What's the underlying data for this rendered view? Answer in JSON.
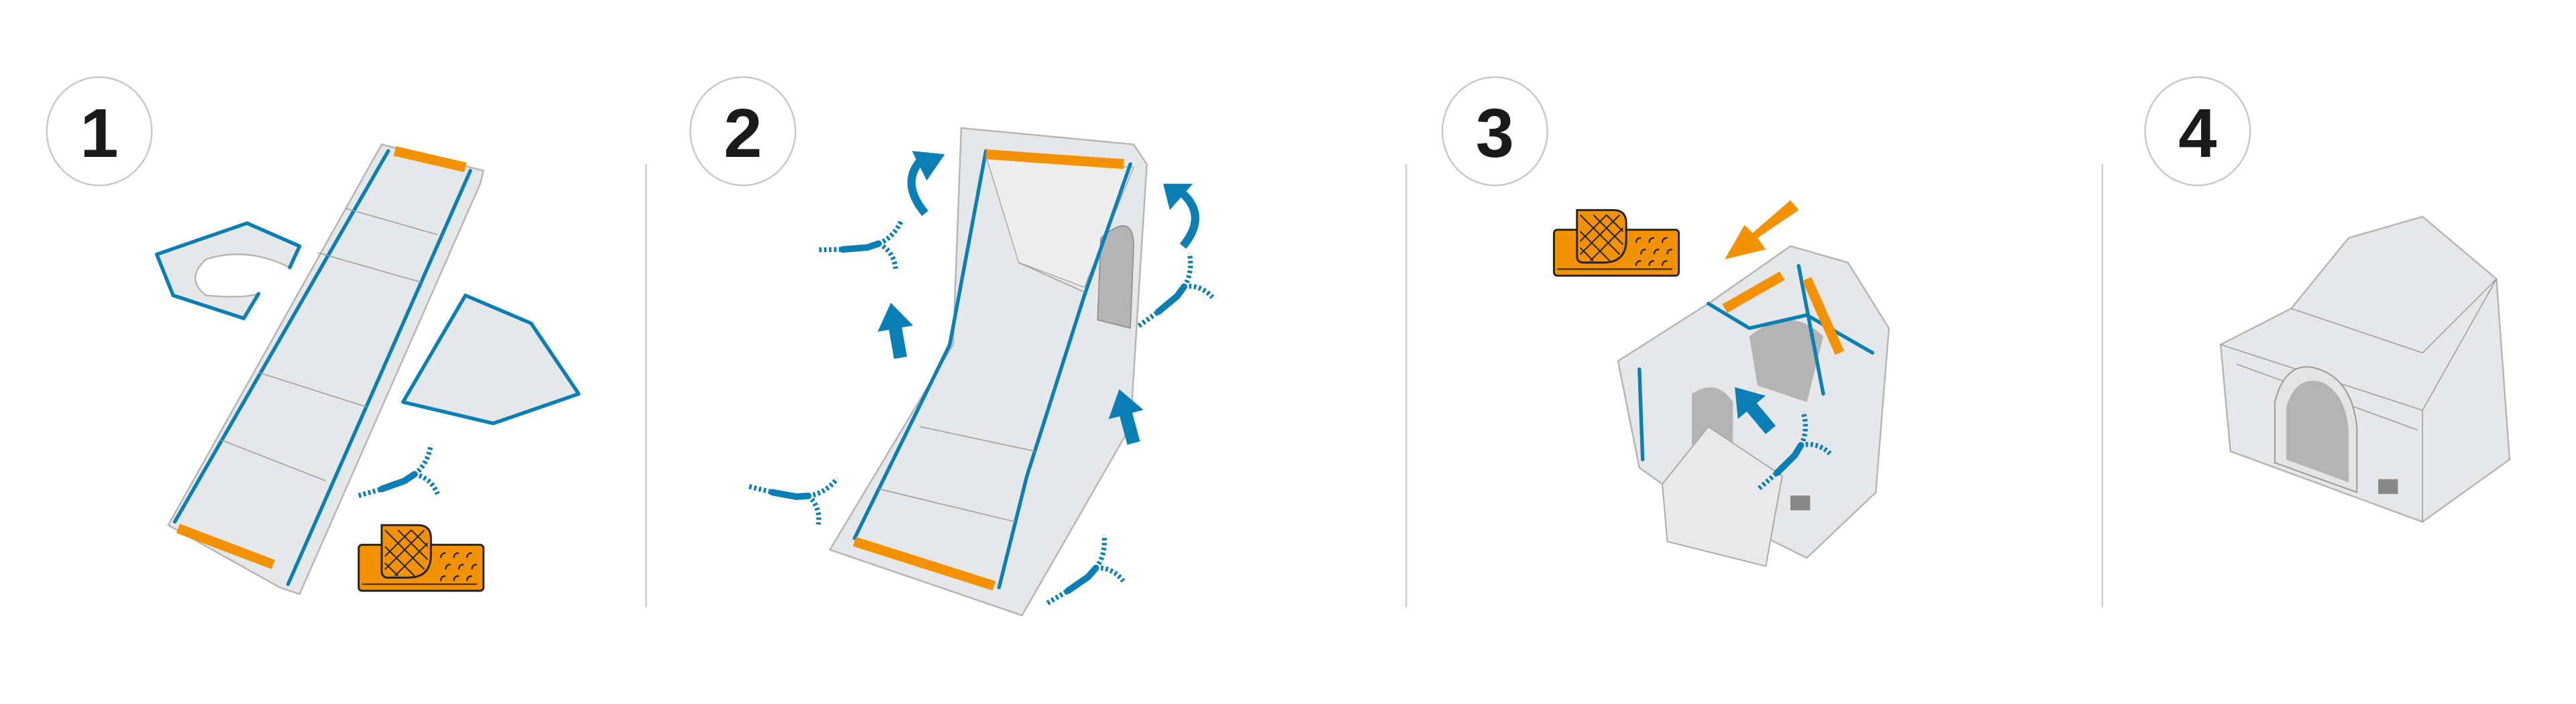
{
  "steps": [
    {
      "number": "1"
    },
    {
      "number": "2"
    },
    {
      "number": "3"
    },
    {
      "number": "4"
    }
  ],
  "colors": {
    "accent_blue": "#0a7fb5",
    "accent_orange": "#f39200",
    "fabric": "#e6e7e8",
    "divider": "#cccccc"
  },
  "icons": [
    "zipper-icon",
    "velcro-icon",
    "arrow-icon",
    "rotate-arrow-icon"
  ]
}
